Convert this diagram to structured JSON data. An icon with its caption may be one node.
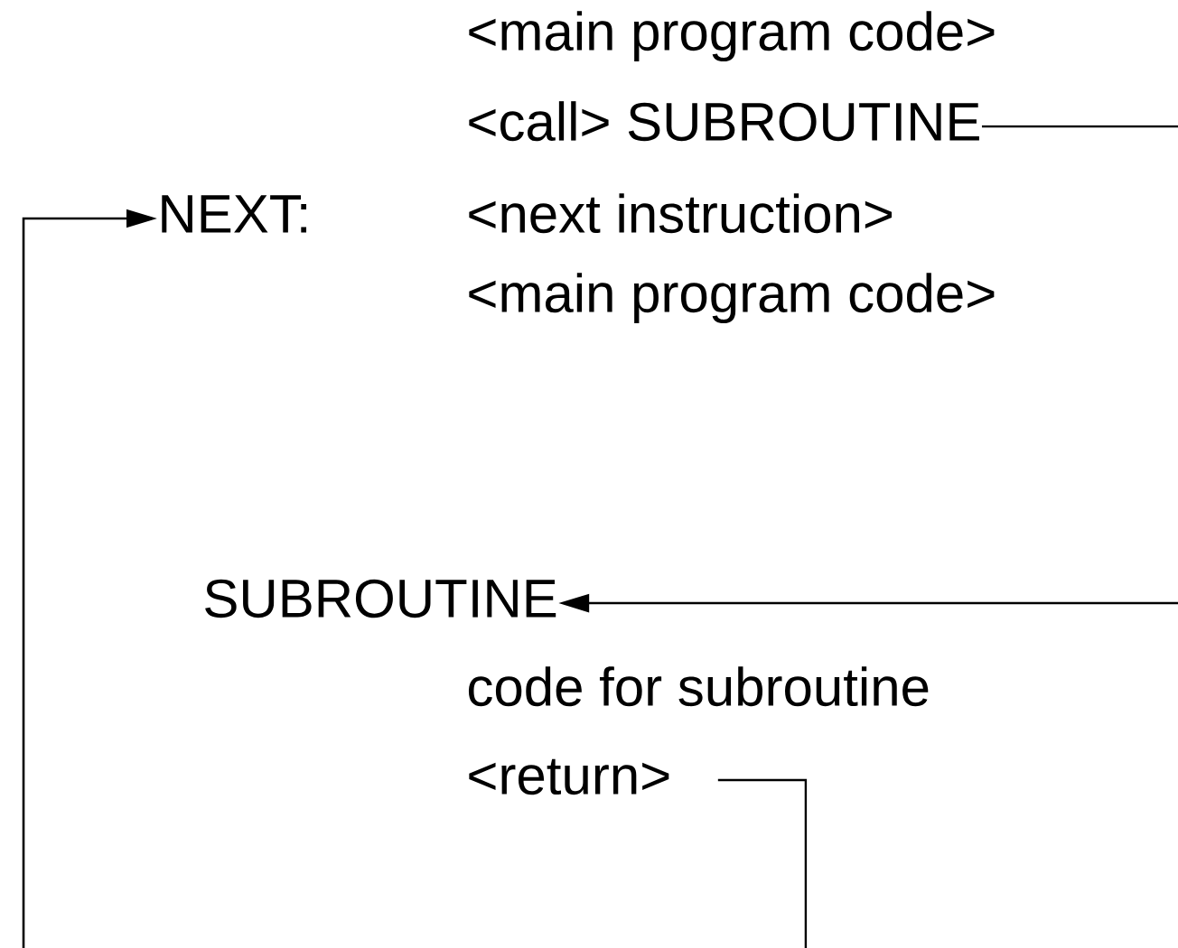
{
  "diagram": {
    "nodes": [
      {
        "text": [
          "<main program code>"
        ]
      },
      {
        "text": [
          "<call> SUBROUTINE"
        ]
      },
      {
        "text": [
          "NEXT:"
        ]
      },
      {
        "text": [
          "<next instruction>"
        ]
      },
      {
        "text": [
          "<main program code>"
        ]
      },
      {
        "text": [
          "SUBROUTINE"
        ]
      },
      {
        "text": [
          "code for subroutine"
        ]
      },
      {
        "text": [
          "<return>"
        ]
      }
    ],
    "edges": [
      {
        "from": 1,
        "to": 5,
        "arrow": "to"
      },
      {
        "from": 7,
        "to": 2,
        "arrow": "to"
      }
    ]
  }
}
